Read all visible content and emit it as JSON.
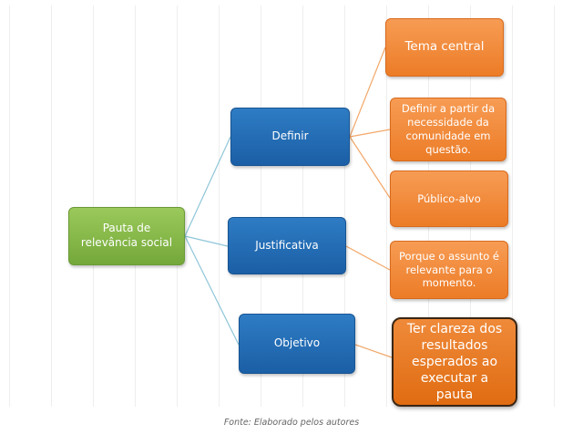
{
  "diagram": {
    "root": {
      "label": "Pauta de relevância social"
    },
    "branches": [
      {
        "label": "Definir"
      },
      {
        "label": "Justificativa"
      },
      {
        "label": "Objetivo"
      }
    ],
    "leaves": [
      {
        "label": "Tema central",
        "parent": "Definir"
      },
      {
        "label": "Definir a partir da necessidade da comunidade em questão.",
        "parent": "Definir"
      },
      {
        "label": "Público-alvo",
        "parent": "Definir"
      },
      {
        "label": "Porque o assunto é relevante para o momento.",
        "parent": "Justificativa"
      },
      {
        "label": "Ter clareza dos resultados esperados ao executar a pauta",
        "parent": "Objetivo"
      }
    ],
    "colors": {
      "root": "#7fb03f",
      "branch": "#1f67b1",
      "leaf": "#f28c3c",
      "emphasis_border": "#3a2614",
      "connector_blue": "#8fc6d8",
      "connector_orange": "#f2a86a"
    }
  },
  "source": "Fonte: Elaborado pelos autores"
}
